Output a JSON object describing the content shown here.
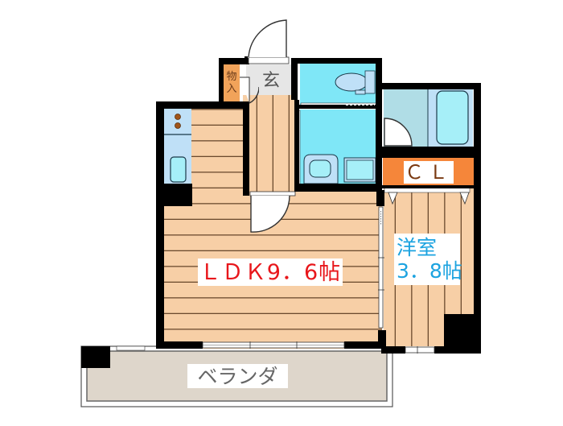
{
  "floor_plan": {
    "type": "apartment-floor-plan",
    "layout": "1LDK",
    "rooms": [
      {
        "id": "ldk",
        "label": "ＬＤＫ9．6帖",
        "name_text": "ＬＤＫ",
        "size_tatami": 9.6,
        "floor": "wood-horizontal"
      },
      {
        "id": "yoshitsu",
        "label_line1": "洋室",
        "label_line2": "3．8帖",
        "size_tatami": 3.8,
        "floor": "wood-vertical"
      },
      {
        "id": "closet",
        "label": "ＣＬ"
      },
      {
        "id": "genkan",
        "label": "玄"
      },
      {
        "id": "monoire",
        "label_line1": "物",
        "label_line2": "入"
      },
      {
        "id": "veranda",
        "label": "ベランダ"
      },
      {
        "id": "toilet",
        "label": ""
      },
      {
        "id": "washroom",
        "label": ""
      },
      {
        "id": "bathroom",
        "label": ""
      },
      {
        "id": "kitchen",
        "label": ""
      }
    ],
    "colors": {
      "wall": "#000000",
      "wood_floor": "#f7cfa6",
      "wood_line": "#6b4a2e",
      "wet_area": "#7fe7f7",
      "bath_area": "#b5dff0",
      "fixture": "#bfe0f7",
      "closet": "#f5863a",
      "storage": "#f1a35a",
      "genkan": "#e6e6e6",
      "veranda": "#ded6cb",
      "ldk_label": "#e8161b",
      "room_label": "#1ca3e0"
    }
  }
}
